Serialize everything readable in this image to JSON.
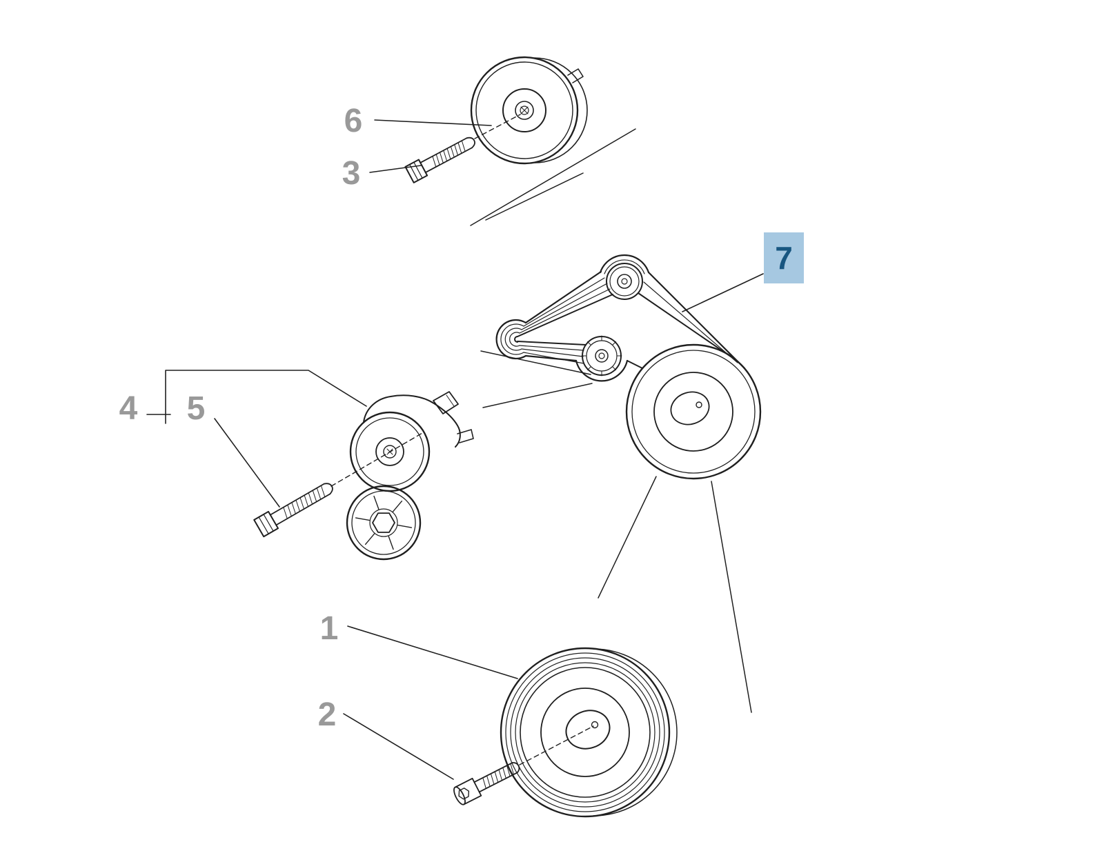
{
  "callouts": {
    "c1": "1",
    "c2": "2",
    "c3": "3",
    "c4": "4",
    "c5": "5",
    "c6": "6",
    "c7": "7"
  },
  "highlighted_callout": "7",
  "colors": {
    "background": "#ffffff",
    "line": "#1f1f1f",
    "callout_text": "#999999",
    "highlight_box_bg": "#a6c8e1",
    "highlight_box_text": "#185680"
  }
}
